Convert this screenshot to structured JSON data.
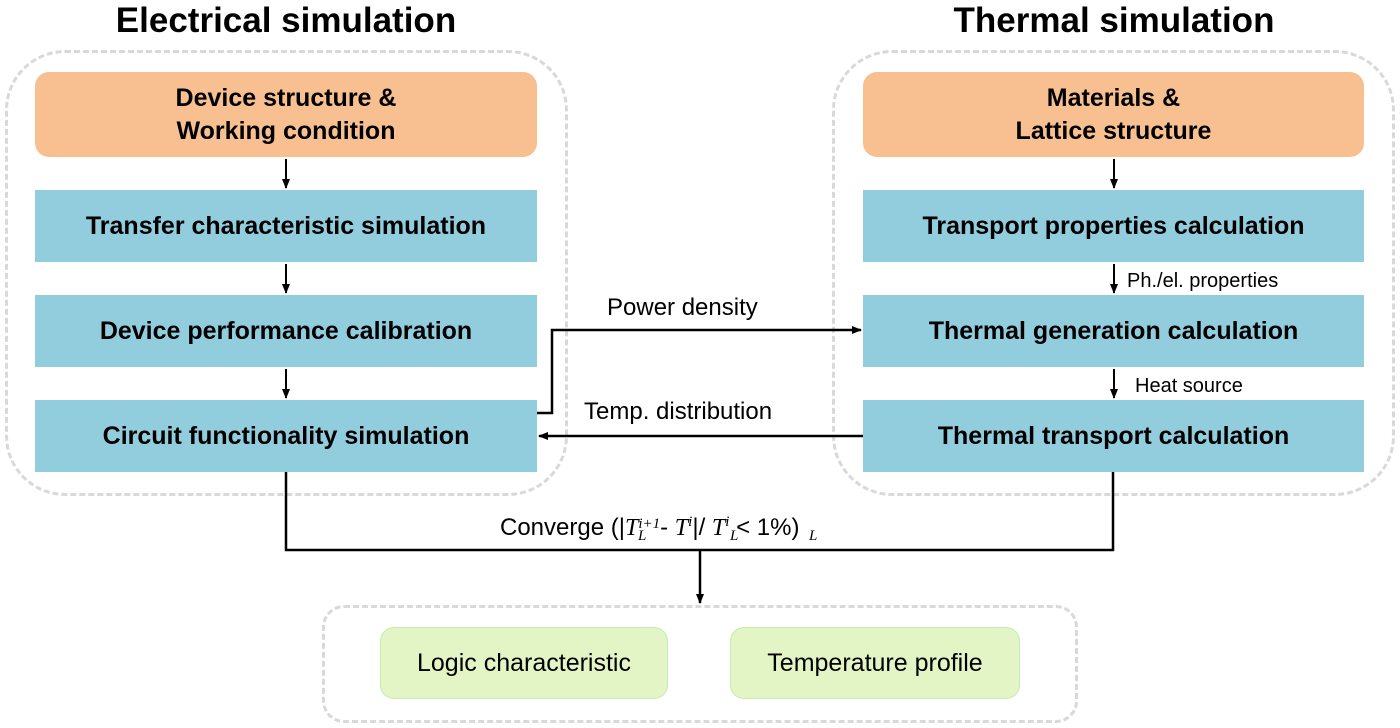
{
  "electrical": {
    "title": "Electrical simulation",
    "input_line1": "Device structure &",
    "input_line2": "Working condition",
    "steps": [
      "Transfer characteristic simulation",
      "Device performance calibration",
      "Circuit functionality simulation"
    ]
  },
  "thermal": {
    "title": "Thermal simulation",
    "input_line1": "Materials &",
    "input_line2": "Lattice structure",
    "steps": [
      "Transport properties calculation",
      "Thermal generation calculation",
      "Thermal transport calculation"
    ],
    "edge_labels": [
      "Ph./el. properties",
      "Heat source"
    ]
  },
  "coupling": {
    "power_label": "Power density",
    "temp_label": "Temp. distribution"
  },
  "convergence": {
    "prefix": "Converge (|",
    "var": "T",
    "sub": "L",
    "sup_next": "i+1",
    "sup_cur": "i",
    "minus": "- ",
    "divide": "|/ ",
    "suffix": " < 1%)"
  },
  "outputs": [
    "Logic characteristic",
    "Temperature profile"
  ],
  "colors": {
    "input_box": "#f8c090",
    "step_box": "#92cddd",
    "output_box": "#e3f5c4",
    "dashed_border": "#d9d9d9",
    "arrow": "#000000"
  }
}
